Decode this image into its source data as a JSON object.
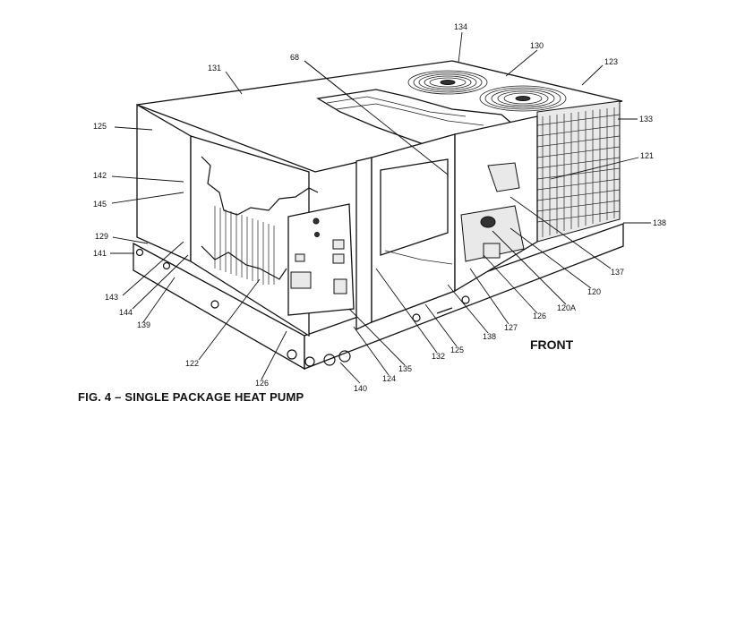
{
  "caption": "FIG. 4 – SINGLE PACKAGE HEAT PUMP",
  "front_label": "FRONT",
  "callouts": {
    "c134": "134",
    "c130": "130",
    "c123": "123",
    "c131": "131",
    "c68": "68",
    "c125a": "125",
    "c133": "133",
    "c121": "121",
    "c142": "142",
    "c145": "145",
    "c138a": "138",
    "c129": "129",
    "c141": "141",
    "c137": "137",
    "c120": "120",
    "c143": "143",
    "c120A": "120A",
    "c144": "144",
    "c126a": "126",
    "c127": "127",
    "c139": "139",
    "c138b": "138",
    "c125b": "125",
    "c132": "132",
    "c122": "122",
    "c135": "135",
    "c124": "124",
    "c126b": "126",
    "c140": "140"
  }
}
